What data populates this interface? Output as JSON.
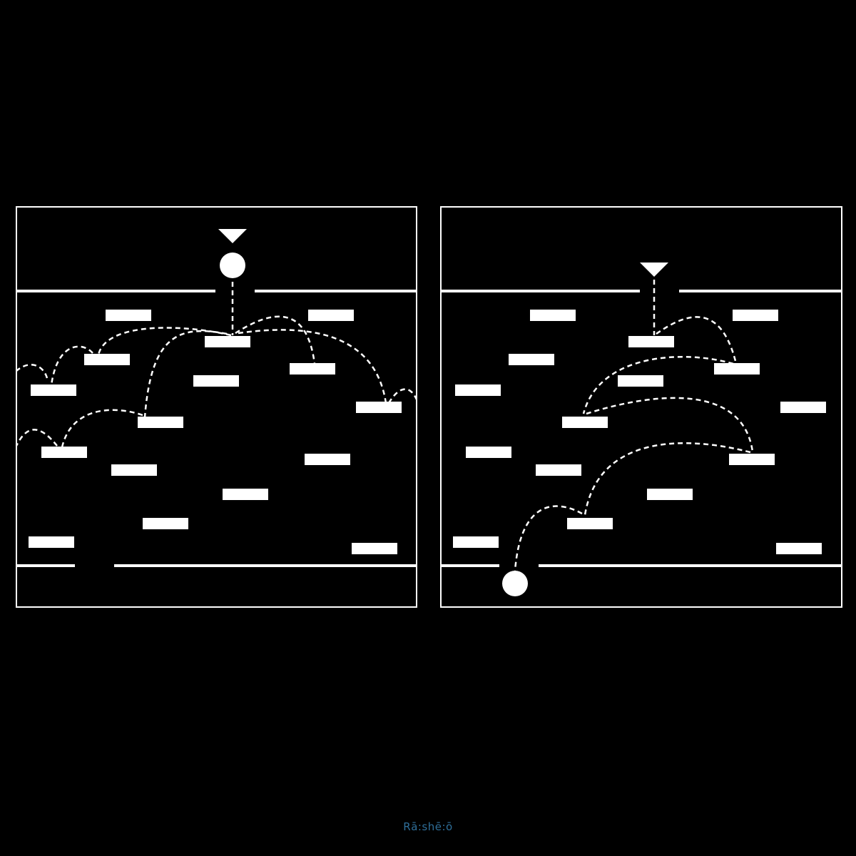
{
  "colors": {
    "background": "#000000",
    "foreground": "#ffffff",
    "watermark": "#2f6f9a"
  },
  "watermark": {
    "text": "Rā:shē:ō"
  },
  "icons": {
    "drop_marker": "triangle-down-marker-icon",
    "ball": "ball-icon"
  },
  "panels": [
    {
      "name": "left-panel",
      "ball_position": "top"
    },
    {
      "name": "right-panel",
      "ball_position": "bottom"
    }
  ]
}
